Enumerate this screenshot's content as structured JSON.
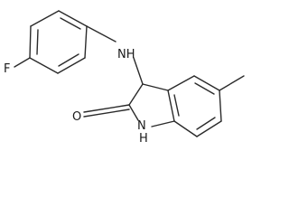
{
  "molecule": {
    "atoms": {
      "fluorine": "F",
      "amine": "NH",
      "carbonyl_oxygen": "O",
      "ring_nitrogen": "N",
      "ring_nitrogen_h": "H"
    }
  }
}
